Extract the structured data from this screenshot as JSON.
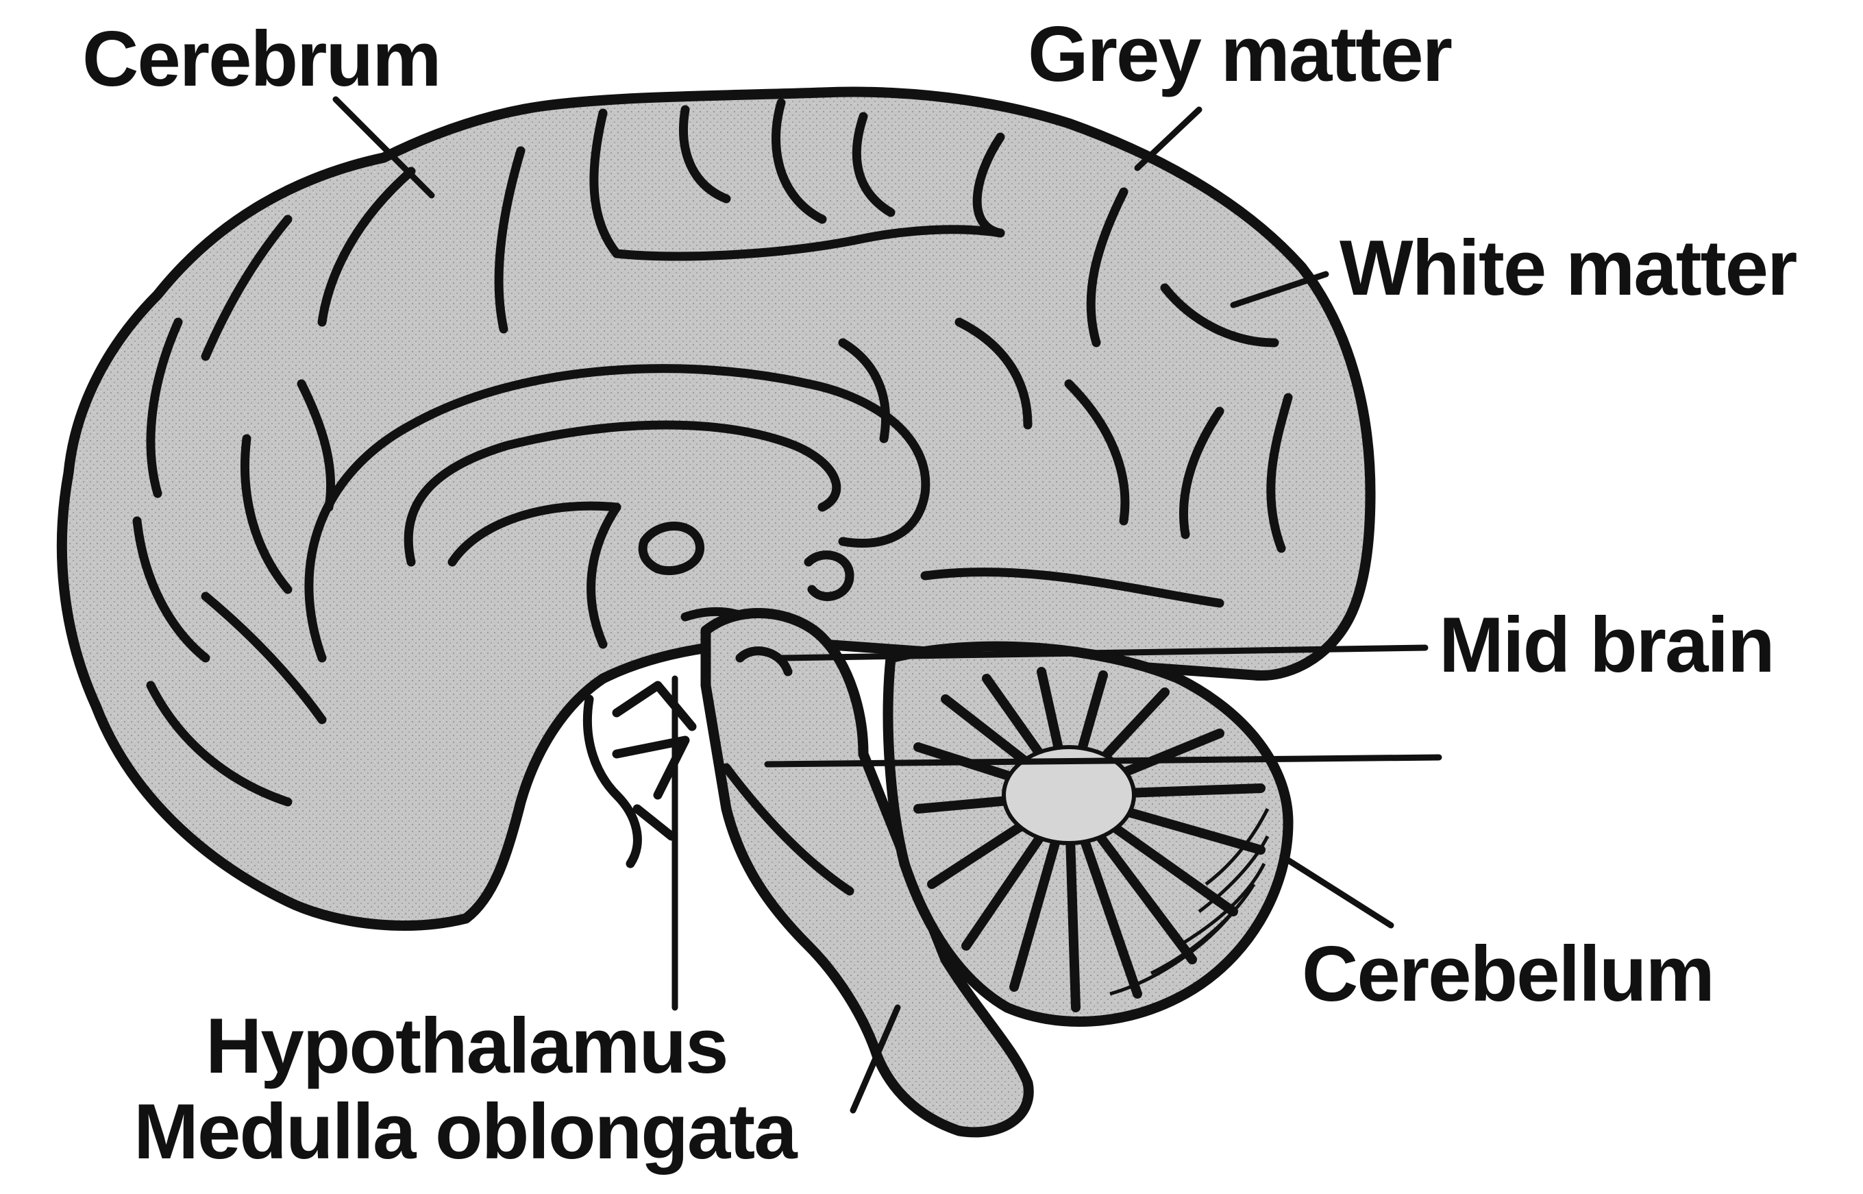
{
  "labels": {
    "cerebrum": "Cerebrum",
    "grey_matter": "Grey matter",
    "white_matter": "White matter",
    "mid_brain": "Mid brain",
    "cerebellum": "Cerebellum",
    "hypothalamus": "Hypothalamus",
    "medulla_oblongata": "Medulla oblongata"
  },
  "colors": {
    "tissue_fill": "#c6c6c6",
    "outline": "#111111",
    "background": "#ffffff"
  }
}
